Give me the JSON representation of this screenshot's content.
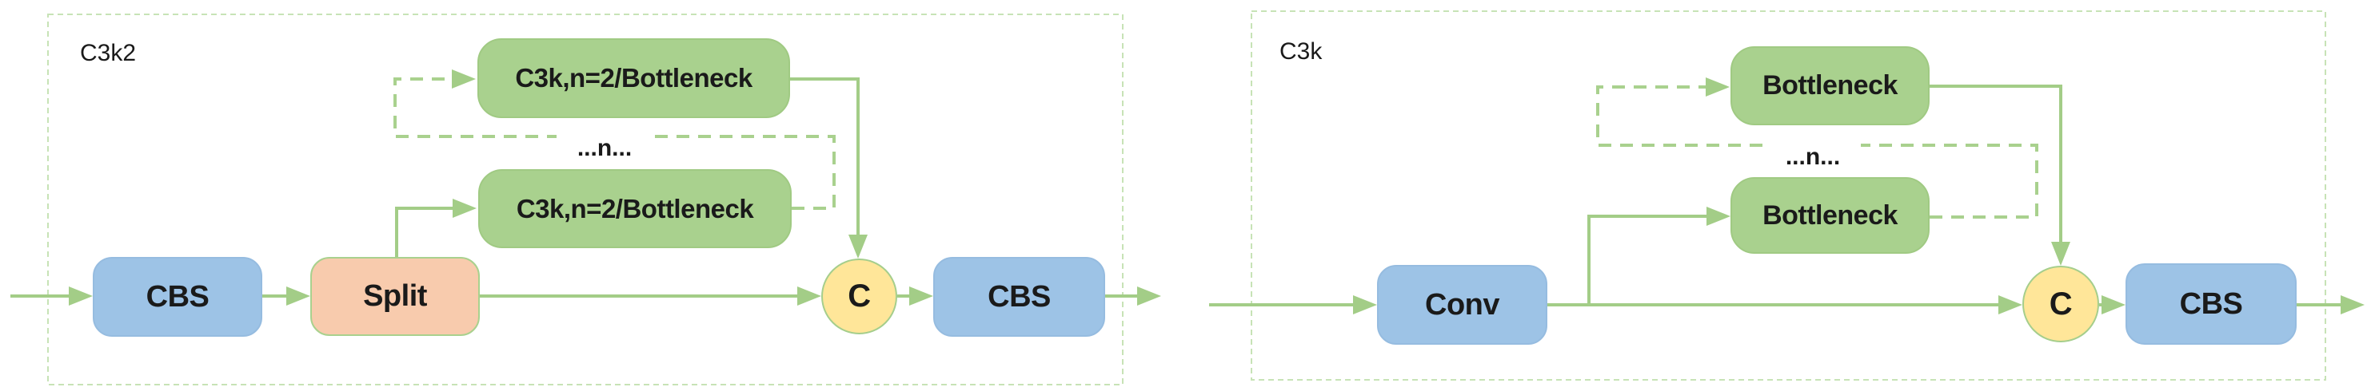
{
  "colors": {
    "background": "#FFFFFF",
    "box_green": "#A9D18E",
    "box_blue": "#9DC3E6",
    "box_orange": "#F8CBAD",
    "box_yellow": "#FFE699",
    "connector_green": "#A3CD87",
    "container_dash_green": "#C7E3B6",
    "text": "#1A1A1A"
  },
  "diagrams": [
    {
      "title": "C3k2",
      "repeat_label": "...n...",
      "nodes": {
        "cbs_in": "CBS",
        "split": "Split",
        "block_top": "C3k,n=2/Bottleneck",
        "block_bottom": "C3k,n=2/Bottleneck",
        "concat": "C",
        "cbs_out": "CBS"
      }
    },
    {
      "title": "C3k",
      "repeat_label": "...n...",
      "nodes": {
        "conv_in": "Conv",
        "block_top": "Bottleneck",
        "block_bottom": "Bottleneck",
        "concat": "C",
        "cbs_out": "CBS"
      }
    }
  ]
}
